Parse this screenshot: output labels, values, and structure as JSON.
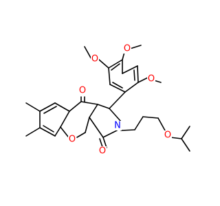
{
  "structure": {
    "atoms": {
      "o_meo_left": "O",
      "o_meo_top": "O",
      "o_meo_right": "O",
      "o_ketone": "O",
      "o_ring": "O",
      "o_lactam": "O",
      "n_pyrrole": "N",
      "o_ether": "O"
    },
    "colors": {
      "oxygen": "#ff0000",
      "nitrogen": "#0000ff",
      "bond": "#000000"
    }
  }
}
